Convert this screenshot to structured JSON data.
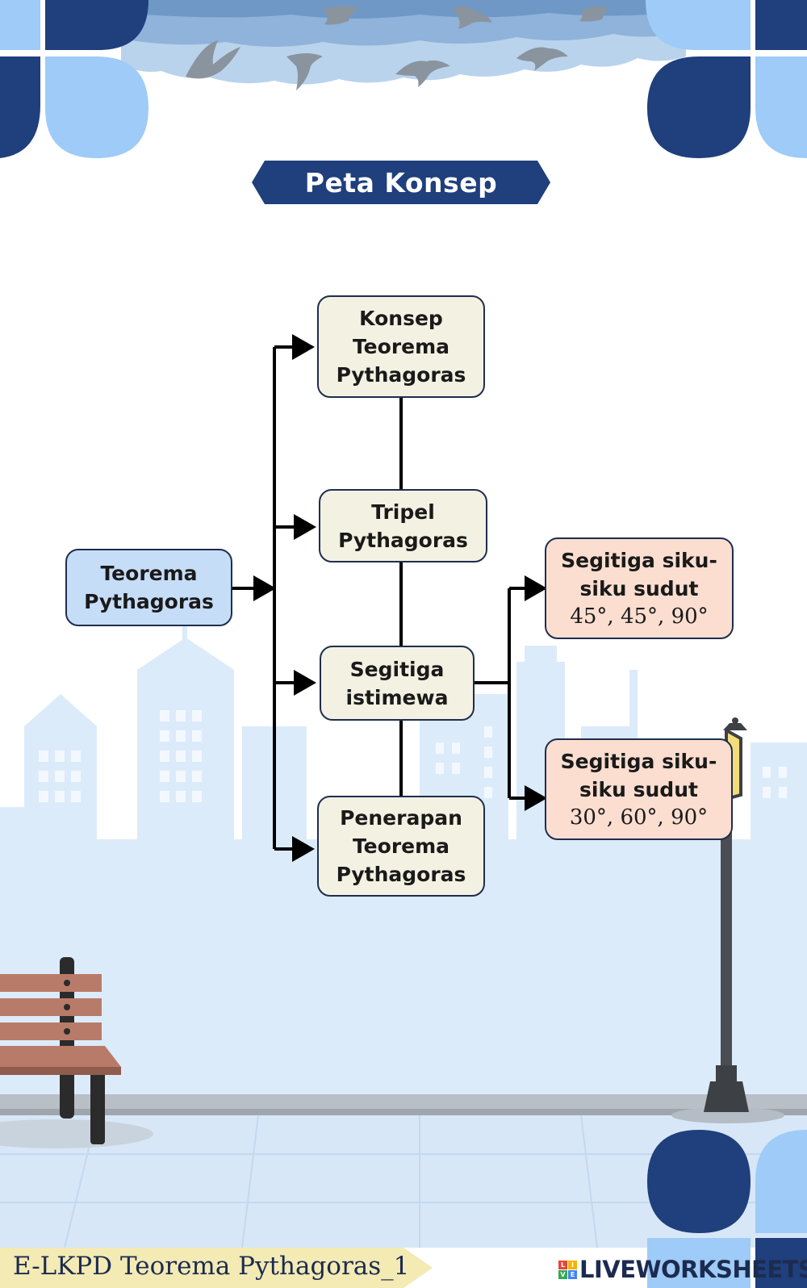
{
  "page": {
    "title": "Peta Konsep",
    "footer": "E-LKPD Teorema Pythagoras_1",
    "brand": "LIVEWORKSHEETS",
    "brand_logo_letters": [
      "L",
      "I",
      "V",
      "E"
    ]
  },
  "diagram": {
    "root": {
      "line1": "Teorema",
      "line2": "Pythagoras"
    },
    "topics": [
      {
        "lines": [
          "Konsep",
          "Teorema",
          "Pythagoras"
        ]
      },
      {
        "lines": [
          "Tripel",
          "Pythagoras"
        ]
      },
      {
        "lines": [
          "Segitiga",
          "istimewa"
        ]
      },
      {
        "lines": [
          "Penerapan",
          "Teorema",
          "Pythagoras"
        ]
      }
    ],
    "special_triangles": [
      {
        "line1": "Segitiga siku-",
        "line2": "siku sudut",
        "angles": "45°, 45°, 90°"
      },
      {
        "line1": "Segitiga siku-",
        "line2": "siku sudut",
        "angles": "30°, 60°, 90°"
      }
    ]
  },
  "colors": {
    "navy": "#1f3f7d",
    "light_blue": "#9ecbf7",
    "root_fill": "#c6ddf8",
    "topic_fill": "#f3f1e2",
    "sub_fill": "#fbded0",
    "skyline": "#dcebfa",
    "bench": "#b97b69",
    "ribbon": "#f3eab4"
  }
}
